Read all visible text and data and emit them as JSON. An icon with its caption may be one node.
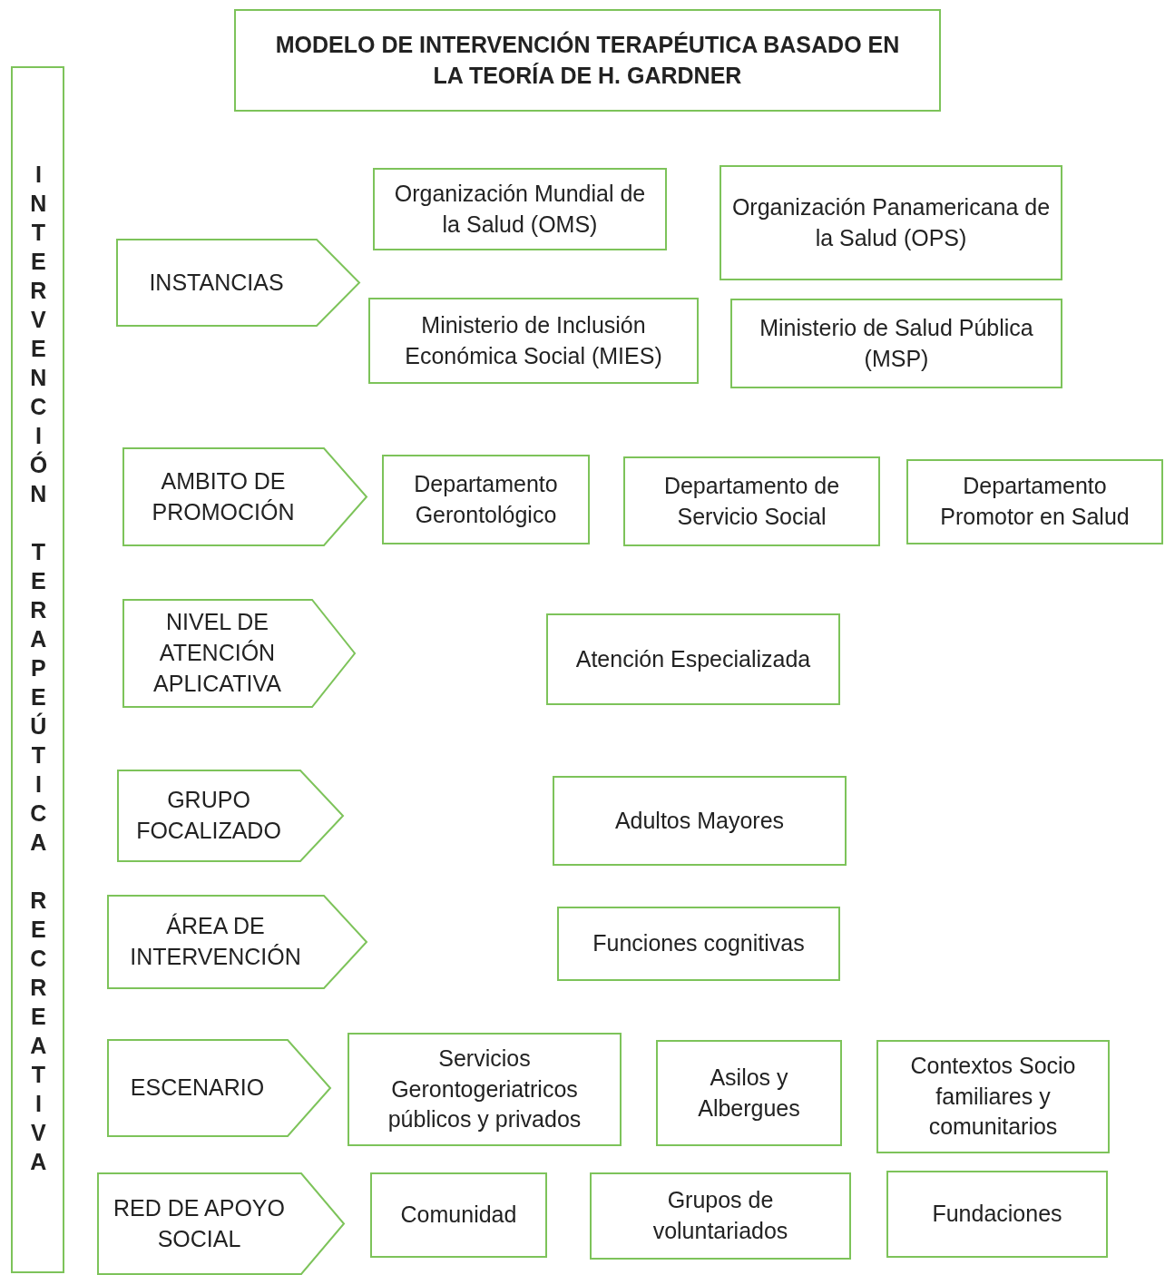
{
  "diagram": {
    "nodes": [
      {
        "text": [
          "MODELO DE INTERVENCIÓN TERAPÉUTICA BASADO EN LA TEORÍA DE H. GARDNER"
        ]
      },
      {
        "text": [
          "INTERVENCIÓN TERAPEÚTICA RECREATIVA"
        ]
      },
      {
        "text": [
          "INSTANCIAS"
        ]
      },
      {
        "text": [
          "Organización Mundial de la Salud (OMS)"
        ]
      },
      {
        "text": [
          "Organización Panamericana de la Salud (OPS)"
        ]
      },
      {
        "text": [
          "Ministerio de Inclusión Económica Social (MIES)"
        ]
      },
      {
        "text": [
          "Ministerio de Salud Pública (MSP)"
        ]
      },
      {
        "text": [
          "AMBITO DE PROMOCIÓN"
        ]
      },
      {
        "text": [
          "Departamento Gerontológico"
        ]
      },
      {
        "text": [
          "Departamento de Servicio Social"
        ]
      },
      {
        "text": [
          "Departamento Promotor en Salud"
        ]
      },
      {
        "text": [
          "NIVEL DE ATENCIÓN APLICATIVA"
        ]
      },
      {
        "text": [
          "Atención Especializada"
        ]
      },
      {
        "text": [
          "GRUPO FOCALIZADO"
        ]
      },
      {
        "text": [
          "Adultos Mayores"
        ]
      },
      {
        "text": [
          "ÁREA DE INTERVENCIÓN"
        ]
      },
      {
        "text": [
          "Funciones cognitivas"
        ]
      },
      {
        "text": [
          "ESCENARIO"
        ]
      },
      {
        "text": [
          "Servicios Gerontogeriatricos públicos y privados"
        ]
      },
      {
        "text": [
          "Asilos y Albergues"
        ]
      },
      {
        "text": [
          "Contextos Socio familiares y comunitarios"
        ]
      },
      {
        "text": [
          "RED DE APOYO SOCIAL"
        ]
      },
      {
        "text": [
          "Comunidad"
        ]
      },
      {
        "text": [
          "Grupos de voluntariados"
        ]
      },
      {
        "text": [
          "Fundaciones"
        ]
      }
    ],
    "edges": []
  }
}
